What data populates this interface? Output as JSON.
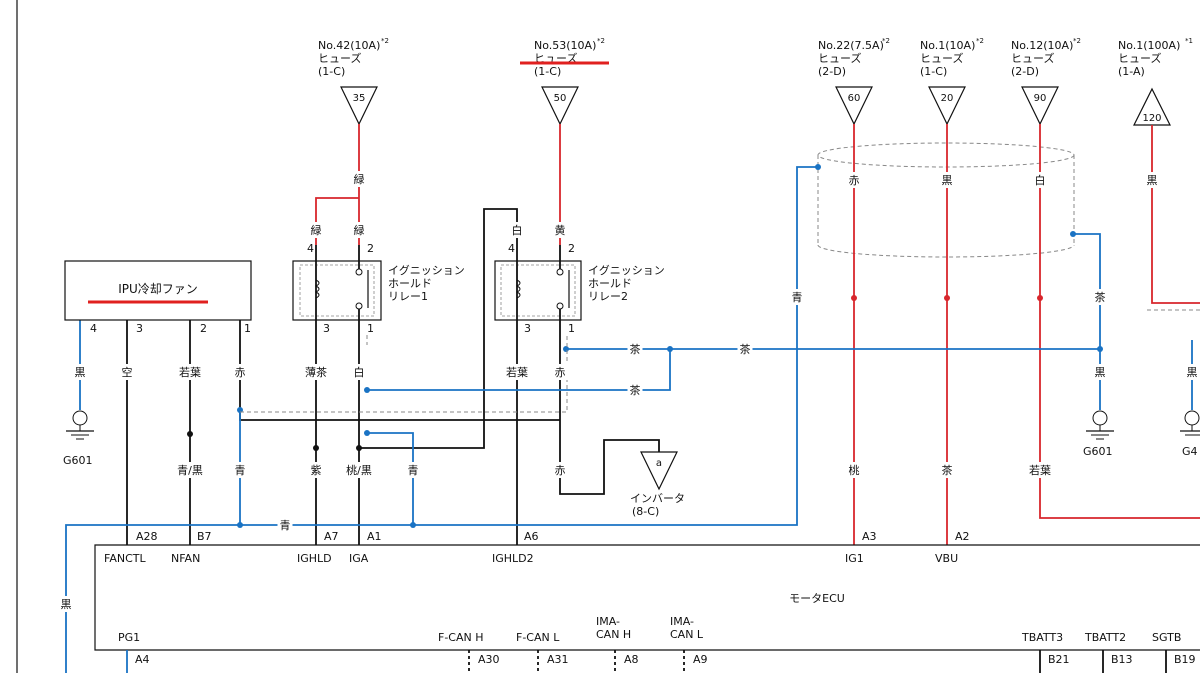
{
  "fuses": [
    {
      "id": "f42",
      "name": "No.42(10A)",
      "sup": "*2",
      "kind": "ヒューズ",
      "loc": "(1-C)",
      "num": "35"
    },
    {
      "id": "f53",
      "name": "No.53(10A)",
      "sup": "*2",
      "kind": "ヒューズ",
      "loc": "(1-C)",
      "num": "50"
    },
    {
      "id": "f22",
      "name": "No.22(7.5A)",
      "sup": "*2",
      "kind": "ヒューズ",
      "loc": "(2-D)",
      "num": "60"
    },
    {
      "id": "f1",
      "name": "No.1(10A)",
      "sup": "*2",
      "kind": "ヒューズ",
      "loc": "(1-C)",
      "num": "20"
    },
    {
      "id": "f12",
      "name": "No.12(10A)",
      "sup": "*2",
      "kind": "ヒューズ",
      "loc": "(2-D)",
      "num": "90"
    },
    {
      "id": "f1b",
      "name": "No.1(100A)",
      "sup": "*1",
      "kind": "ヒューズ",
      "loc": "(1-A)",
      "num": "120"
    }
  ],
  "components": {
    "ipu_fan": "IPU冷却ファン",
    "relay1": [
      "イグニッション",
      "ホールド",
      "リレー1"
    ],
    "relay2": [
      "イグニッション",
      "ホールド",
      "リレー2"
    ],
    "ecu": "モータECU",
    "inverter_ref": "a",
    "inverter": "インバータ",
    "inverter_loc": "(8-C)",
    "ground1": "G601",
    "ground2": "G601",
    "ground3": "G4"
  },
  "wire_colors": {
    "green": "緑",
    "yellow": "黄",
    "white": "白",
    "black": "黒",
    "sky": "空",
    "wakaba": "若葉",
    "red": "赤",
    "light_brown": "薄茶",
    "brown": "茶",
    "blue": "青",
    "blue_black": "青/黒",
    "purple": "紫",
    "peach_black": "桃/黒",
    "peach": "桃"
  },
  "fan_pins": [
    "4",
    "3",
    "2",
    "1"
  ],
  "relay_pins": [
    "4",
    "2",
    "3",
    "1"
  ],
  "ecu_pins_top": {
    "A28": "FANCTL",
    "B7": "NFAN",
    "A7": "IGHLD",
    "A1": "IGA",
    "A6": "IGHLD2",
    "A3": "IG1",
    "A2": "VBU"
  },
  "ecu_pins_bottom": {
    "A4": "PG1",
    "A30": "F-CAN H",
    "A31": "F-CAN L",
    "A8": "IMA-\nCAN H",
    "A9": "IMA-\nCAN L",
    "B21": "TBATT3",
    "B13": "TBATT2",
    "B19": "SGTB"
  },
  "colors": {
    "red": "#d8262c",
    "blue": "#1a73c4",
    "black": "#111111"
  }
}
